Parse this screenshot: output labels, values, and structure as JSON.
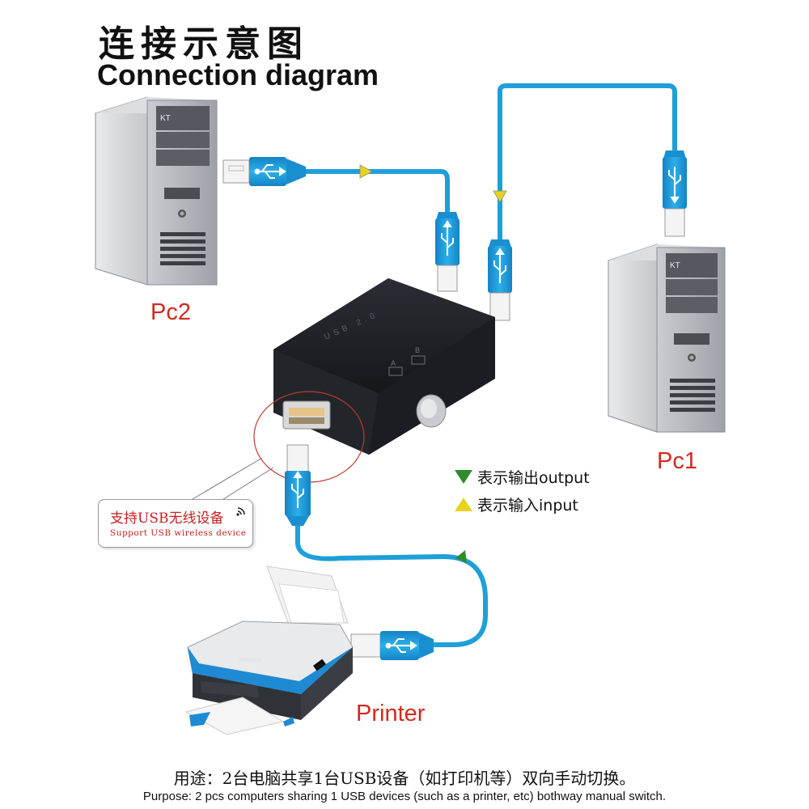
{
  "title": {
    "cn": "连接示意图",
    "en": "Connection diagram"
  },
  "devices": {
    "pc2": {
      "label": "Pc2",
      "case_text": "KT"
    },
    "pc1": {
      "label": "Pc1",
      "case_text": "KT"
    },
    "printer": {
      "label": "Printer",
      "brand_text": "PRINTER"
    },
    "switch": {
      "port_text": "USB 2.0",
      "port_a": "A",
      "port_b": "B"
    }
  },
  "legend": {
    "output": "表示输出output",
    "input": "表示输入input",
    "colors": {
      "output": "#2e8b2e",
      "input": "#e8d21e"
    }
  },
  "callout": {
    "cn": "支持USB无线设备",
    "en": "Support USB wireless device",
    "icon": "wireless-signal-icon"
  },
  "footer": {
    "cn": "用途：2台电脑共享1台USB设备（如打印机等）双向手动切换。",
    "en": "Purpose: 2 pcs computers sharing 1 USB devices (such as a printer, etc) bothway manual switch."
  },
  "colors": {
    "cable": "#1f9fd8",
    "label_red": "#d22a1e",
    "switch_body": "#1a1d22"
  }
}
